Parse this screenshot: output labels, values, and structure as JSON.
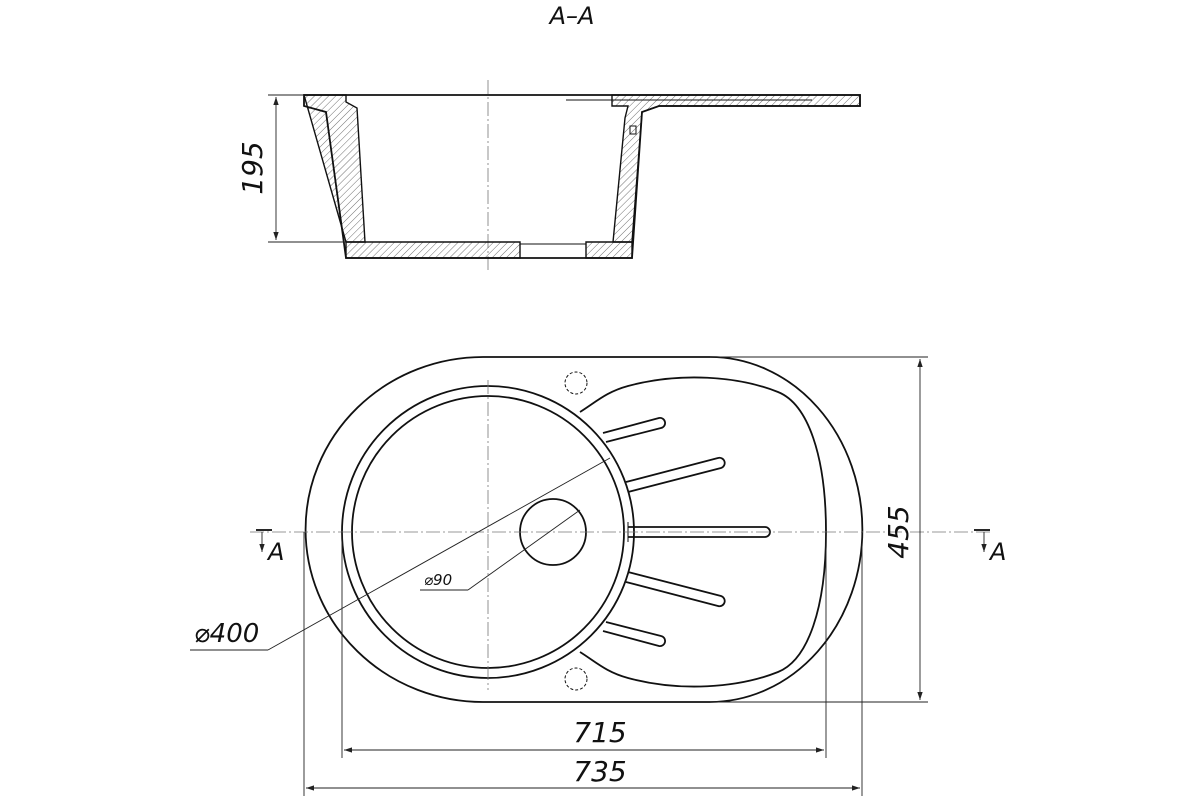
{
  "section": {
    "title": "A–A",
    "depth_label": "195"
  },
  "plan": {
    "bowl_diameter_label": "⌀400",
    "drain_diameter_label": "⌀90",
    "height_label": "455",
    "inner_width_label": "715",
    "overall_width_label": "735",
    "cut_marker_left": "A",
    "cut_marker_right": "A"
  }
}
